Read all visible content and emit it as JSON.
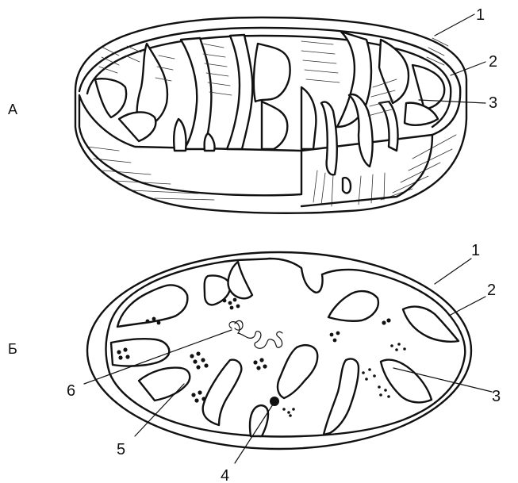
{
  "figure_a": {
    "letter": "А",
    "labels": [
      "1",
      "2",
      "3"
    ]
  },
  "figure_b": {
    "letter": "Б",
    "labels": [
      "1",
      "2",
      "3",
      "4",
      "5",
      "6"
    ]
  }
}
